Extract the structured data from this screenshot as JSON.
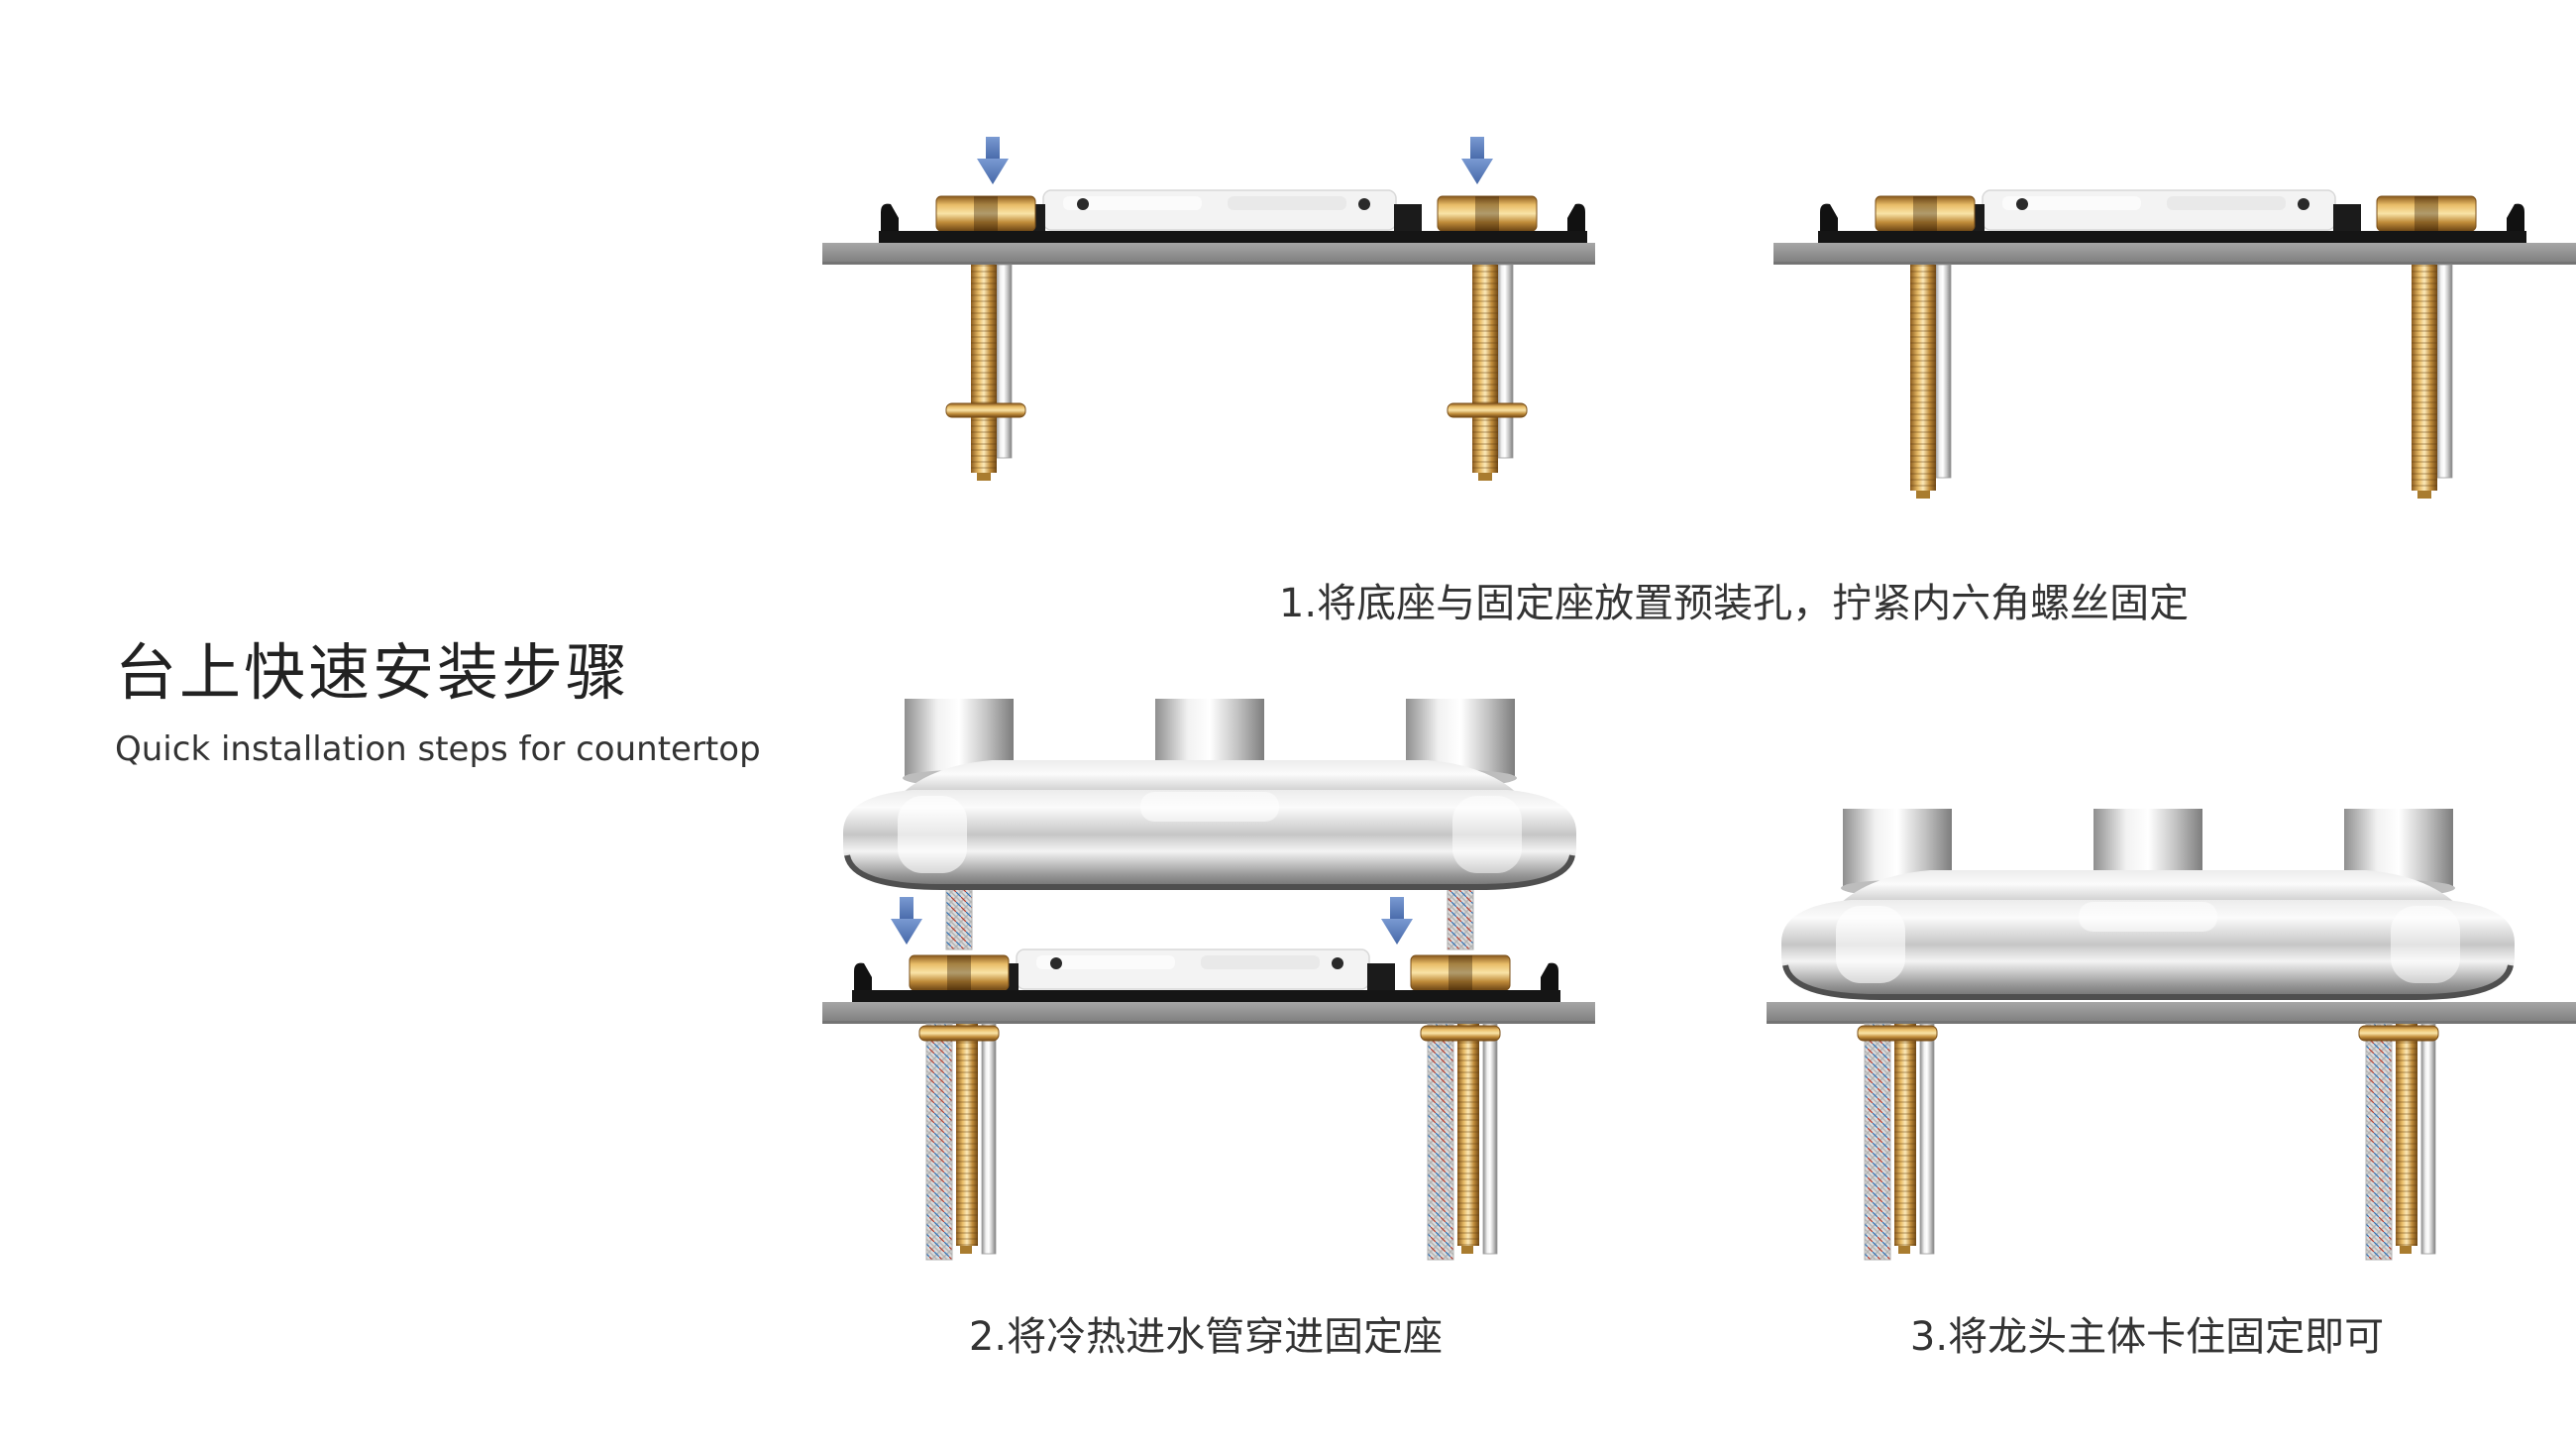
{
  "header": {
    "title_zh": "台上快速安装步骤",
    "subtitle_en": "Quick installation steps for countertop"
  },
  "steps": [
    {
      "caption": "1.将底座与固定座放置预装孔，拧紧内六角螺丝固定"
    },
    {
      "caption": "2.将冷热进水管穿进固定座"
    },
    {
      "caption": "3.将龙头主体卡住固定即可"
    }
  ],
  "icons": {
    "down_arrow": "↓"
  },
  "colors": {
    "background": "#ffffff",
    "arrow_blue": "#5b80c0",
    "brass": "#c89445",
    "chrome": "#d9d9d9",
    "countertop_gray": "#919191",
    "plate_black": "#151515",
    "text": "#333333"
  }
}
